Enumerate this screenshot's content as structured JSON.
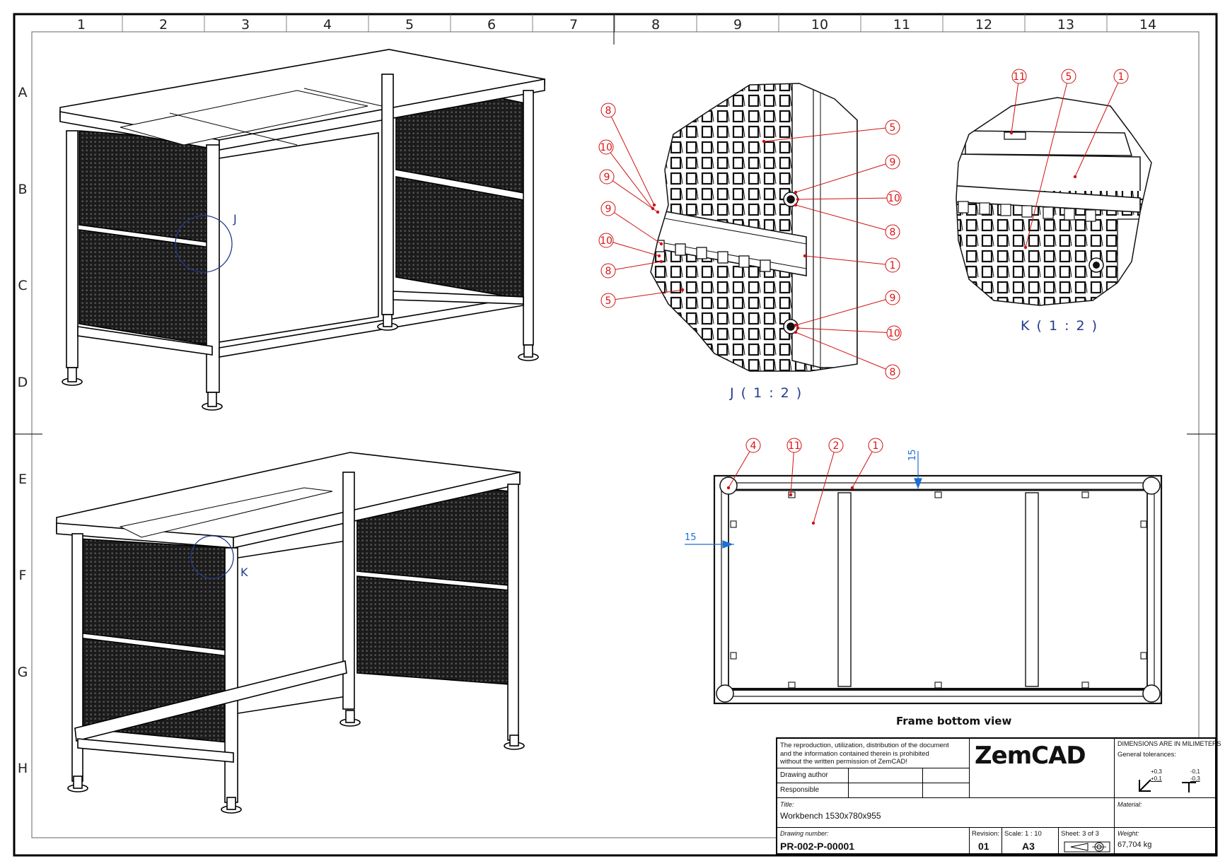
{
  "zones": {
    "columns": [
      "1",
      "2",
      "3",
      "4",
      "5",
      "6",
      "7",
      "8",
      "9",
      "10",
      "11",
      "12",
      "13",
      "14"
    ],
    "rows": [
      "A",
      "B",
      "C",
      "D",
      "E",
      "F",
      "G",
      "H"
    ]
  },
  "views": {
    "detail_j_marker": "J",
    "detail_k_marker": "K",
    "detail_j_label": "J ( 1 : 2 )",
    "detail_k_label": "K ( 1 : 2 )",
    "frame_bottom_caption": "Frame bottom view"
  },
  "balloons_j": [
    "8",
    "10",
    "9",
    "9",
    "10",
    "8",
    "5",
    "5",
    "9",
    "10",
    "8",
    "1",
    "9",
    "10",
    "8"
  ],
  "balloons_k": [
    "11",
    "5",
    "1"
  ],
  "balloons_frame": [
    "4",
    "11",
    "2",
    "1"
  ],
  "dimensions": {
    "top_gap": "15",
    "side_gap": "15"
  },
  "title_block": {
    "notice_lines": [
      "The reproduction, utilization, distribution of the document",
      "and the information contained therein is prohibited",
      "without the written permission of ZemCAD!"
    ],
    "drawing_author_label": "Drawing author",
    "responsible_label": "Responsible",
    "logo_text": "ZemCAD",
    "units_note": "DIMENSIONS ARE IN MILIMETERS",
    "tolerance_label": "General tolerances:",
    "tol_plus_upper": "+0,3",
    "tol_plus_lower": "+0,1",
    "tol_minus_upper": "-0,1",
    "tol_minus_lower": "-0,3",
    "title_label": "Title:",
    "title_value": "Workbench 1530x780x955",
    "material_label": "Material:",
    "drawing_number_label": "Drawing number:",
    "drawing_number_value": "PR-002-P-00001",
    "revision_label": "Revision:",
    "revision_value": "01",
    "scale_label": "Scale: 1 : 10",
    "format_value": "A3",
    "sheet_label": "Sheet: 3 of 3",
    "weight_label": "Weight:",
    "weight_value": "67,704 kg"
  },
  "colors": {
    "balloon": "#d11111",
    "view_label": "#233a8c",
    "dimension": "#1a6fd6",
    "logo_bar": "#e01b1b"
  }
}
